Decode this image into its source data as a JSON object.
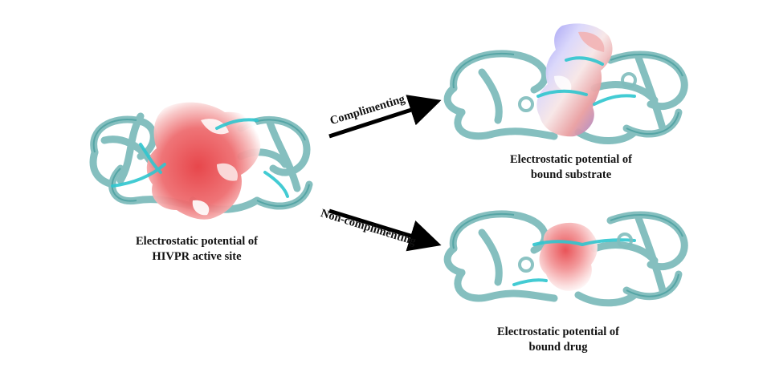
{
  "figure": {
    "left_panel": {
      "caption_line1": "Electrostatic potential of",
      "caption_line2": "HIVPR active site"
    },
    "top_right_panel": {
      "caption_line1": "Electrostatic potential of",
      "caption_line2": "bound substrate"
    },
    "bottom_right_panel": {
      "caption_line1": "Electrostatic potential of",
      "caption_line2": "bound drug"
    },
    "arrows": {
      "upper_label": "Complimenting",
      "lower_label": "Non-complimenting"
    }
  },
  "colors": {
    "ribbon": "#7fbcbc",
    "ribbon_accent": "#2fc6cf",
    "negative": "#e8464a",
    "neutral": "#ffffff",
    "positive": "#7c7ce8",
    "arrow": "#000000"
  }
}
